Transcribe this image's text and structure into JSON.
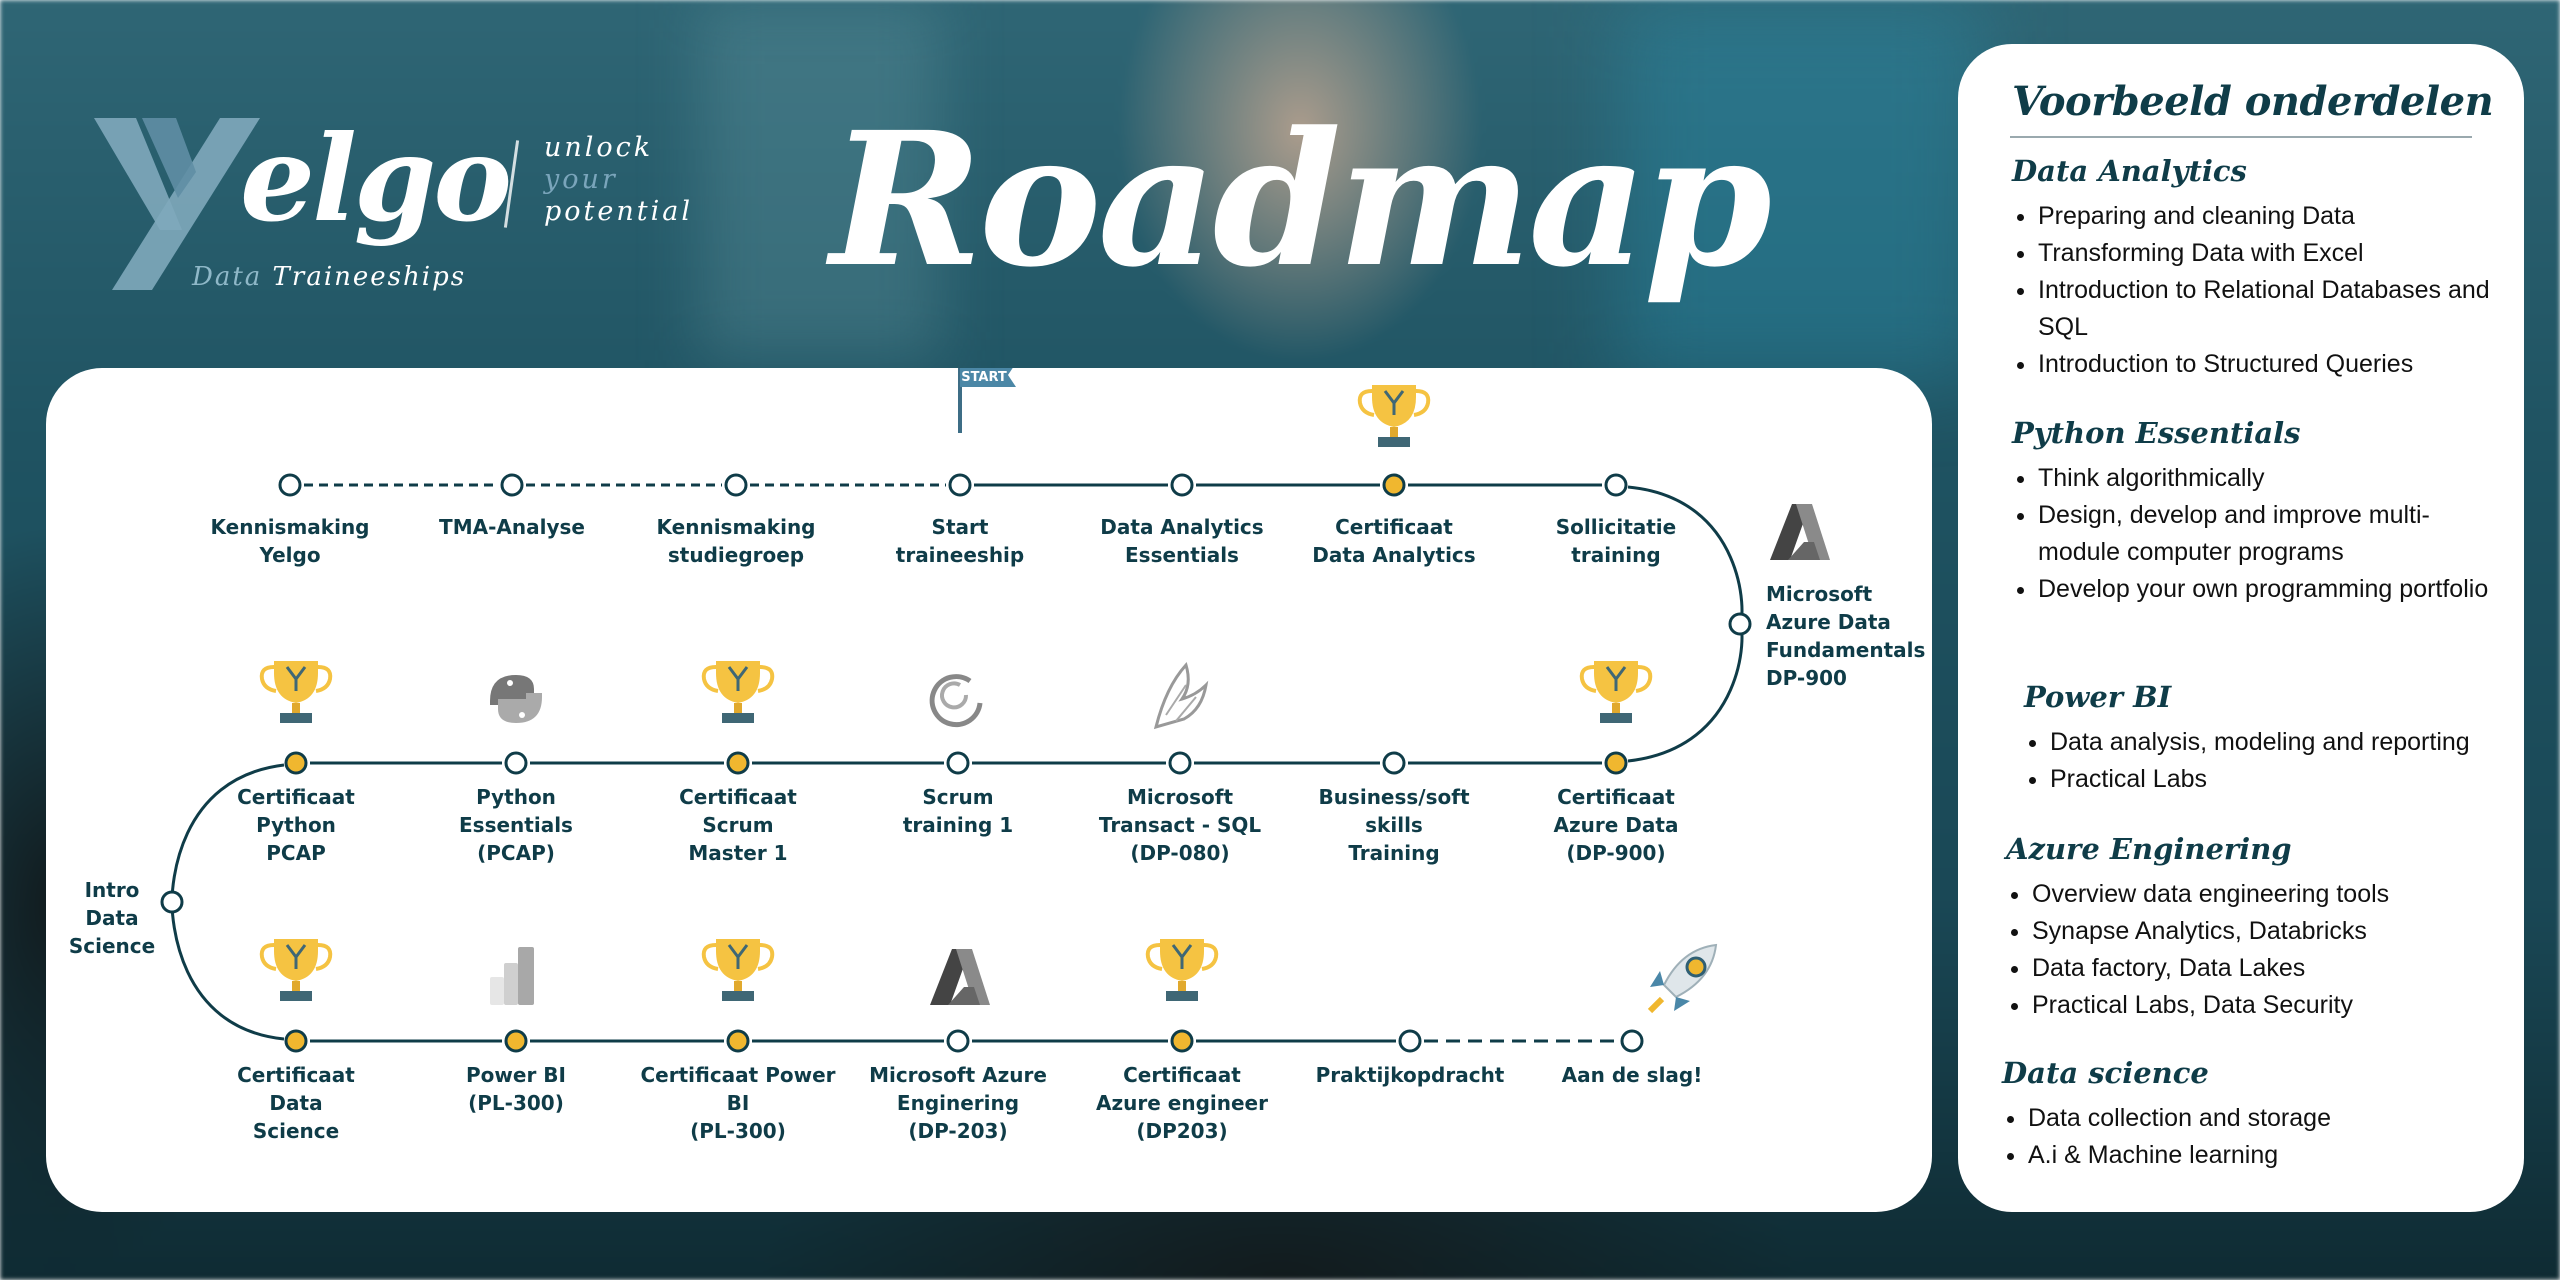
{
  "logo": {
    "word": "elgo",
    "sub_data": "Data",
    "sub_rest": " Traineeships",
    "slogan_1": "unlock",
    "slogan_2": "your",
    "slogan_3": "potential"
  },
  "title": "Roadmap",
  "colors": {
    "teal": "#0f3c48",
    "gold": "#f0b72f",
    "trophy": "#f5c342"
  },
  "roadmap": {
    "row1": [
      {
        "label": "Kennismaking\nYelgo",
        "milestone": false,
        "icon": ""
      },
      {
        "label": "TMA-Analyse",
        "milestone": false,
        "icon": ""
      },
      {
        "label": "Kennismaking\nstudiegroep",
        "milestone": false,
        "icon": ""
      },
      {
        "label": "Start\ntraineeship",
        "milestone": false,
        "icon": "start-flag-icon",
        "flag_text": "START"
      },
      {
        "label": "Data Analytics\nEssentials",
        "milestone": false,
        "icon": ""
      },
      {
        "label": "Certificaat\nData Analytics",
        "milestone": true,
        "icon": "trophy-icon"
      },
      {
        "label": "Sollicitatie\ntraining",
        "milestone": false,
        "icon": ""
      }
    ],
    "turn_right": {
      "label": "Microsoft\nAzure Data\nFundamentals\nDP-900",
      "icon": "azure-icon"
    },
    "row2": [
      {
        "label": "Certificaat\nPython\nPCAP",
        "milestone": true,
        "icon": "trophy-icon"
      },
      {
        "label": "Python\nEssentials\n(PCAP)",
        "milestone": false,
        "icon": "python-icon"
      },
      {
        "label": "Certificaat\nScrum\nMaster 1",
        "milestone": true,
        "icon": "trophy-icon"
      },
      {
        "label": "Scrum\ntraining 1",
        "milestone": false,
        "icon": "scrum-icon"
      },
      {
        "label": "Microsoft\nTransact - SQL\n(DP-080)",
        "milestone": false,
        "icon": "sql-server-icon"
      },
      {
        "label": "Business/soft\nskills\nTraining",
        "milestone": false,
        "icon": ""
      },
      {
        "label": "Certificaat\nAzure Data\n(DP-900)",
        "milestone": true,
        "icon": "trophy-icon"
      }
    ],
    "turn_left": {
      "label": "Intro\nData\nScience"
    },
    "row3": [
      {
        "label": "Certificaat\nData\nScience",
        "milestone": true,
        "icon": "trophy-icon"
      },
      {
        "label": "Power BI\n(PL-300)",
        "milestone": true,
        "icon": "power-bi-icon"
      },
      {
        "label": "Certificaat Power\nBI\n(PL-300)",
        "milestone": true,
        "icon": "trophy-icon"
      },
      {
        "label": "Microsoft Azure\nEnginering\n(DP-203)",
        "milestone": false,
        "icon": "azure-icon"
      },
      {
        "label": "Certificaat\nAzure engineer\n(DP203)",
        "milestone": true,
        "icon": "trophy-icon"
      },
      {
        "label": "Praktijkopdracht",
        "milestone": false,
        "icon": ""
      },
      {
        "label": "Aan de slag!",
        "milestone": false,
        "icon": "rocket-icon"
      }
    ]
  },
  "side": {
    "title": "Voorbeeld onderdelen",
    "sections": [
      {
        "heading": "Data Analytics",
        "items": [
          "Preparing and cleaning Data",
          "Transforming Data with Excel",
          "Introduction to Relational Databases and SQL",
          "Introduction to Structured Queries"
        ]
      },
      {
        "heading": "Python Essentials",
        "items": [
          "Think algorithmically",
          "Design, develop and improve multi-module computer programs",
          "Develop your own programming portfolio"
        ]
      },
      {
        "heading": "Power BI",
        "items": [
          "Data analysis, modeling and reporting",
          "Practical Labs"
        ]
      },
      {
        "heading": "Azure Enginering",
        "items": [
          "Overview data engineering tools",
          "Synapse Analytics,  Databricks",
          "Data factory, Data Lakes",
          "Practical Labs, Data Security"
        ]
      },
      {
        "heading": "Data science",
        "items": [
          "Data collection and storage",
          "A.i & Machine learning"
        ]
      }
    ]
  }
}
